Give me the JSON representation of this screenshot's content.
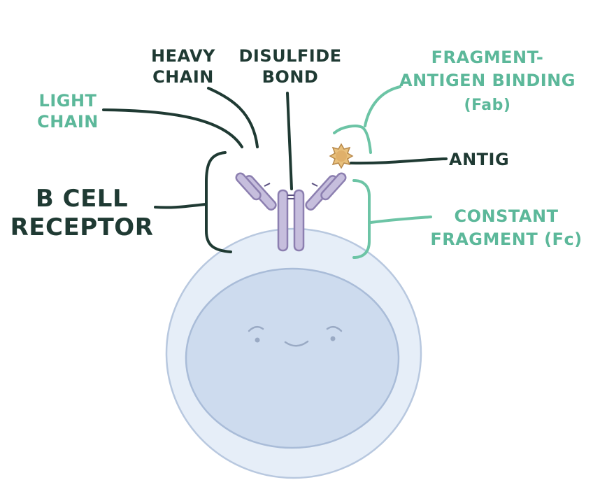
{
  "labels": {
    "heavy_chain_1": "HEAVY",
    "heavy_chain_2": "CHAIN",
    "disulfide_1": "DISULFIDE",
    "disulfide_2": "BOND",
    "light_chain_1": "LIGHT",
    "light_chain_2": "CHAIN",
    "fab_1": "FRAGMENT-",
    "fab_2": "ANTIGEN BINDING",
    "fab_3": "(Fab)",
    "antigen": "ANTIG",
    "bcr_1": "B CELL",
    "bcr_2": "RECEPTOR",
    "fc_1": "CONSTANT",
    "fc_2": "FRAGMENT (Fc)"
  },
  "colors": {
    "dark_label": "#1f3a33",
    "teal_label": "#5cb89a",
    "antibody_fill": "#c6bedd",
    "antibody_outline": "#8c7fb0",
    "cell_outer": "#e6eef8",
    "cell_inner": "#cddbee",
    "antigen": "#e8c07c"
  }
}
